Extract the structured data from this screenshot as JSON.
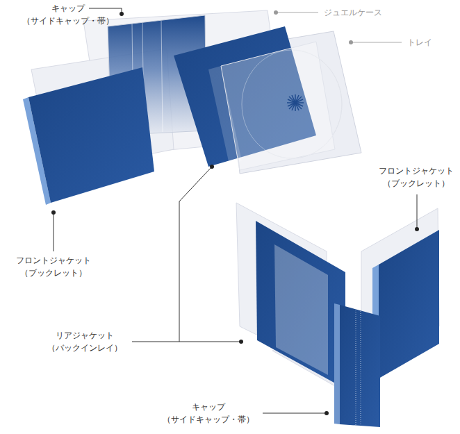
{
  "diagram": {
    "labels": [
      "キャップ （サイドキャップ・帯）",
      "ジュエルケース",
      "トレイ",
      "フロントジャケット （ブックレット）",
      "フロントジャケット （ブックレット）",
      "リアジャケット （バックインレイ）",
      "キャップ （サイドキャップ・帯）"
    ]
  }
}
